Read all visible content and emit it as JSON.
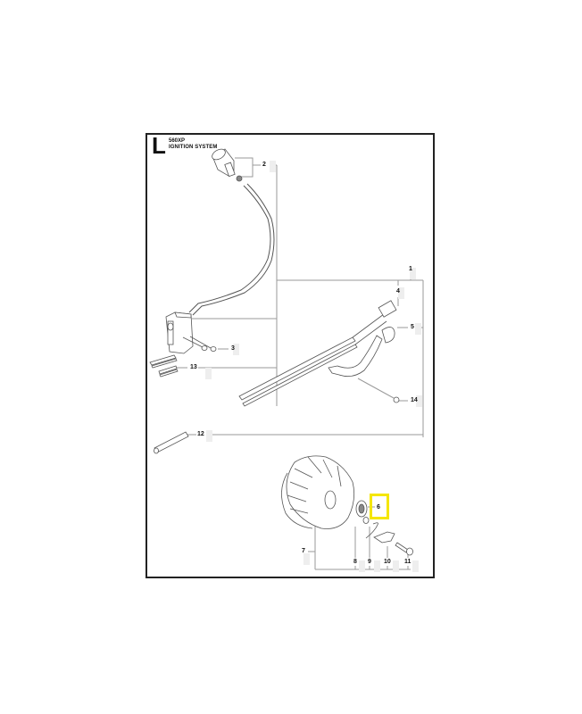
{
  "header": {
    "section_letter": "L",
    "model": "560XP",
    "title": "IGNITION SYSTEM"
  },
  "callouts": [
    {
      "id": "1",
      "label": "1"
    },
    {
      "id": "2",
      "label": "2"
    },
    {
      "id": "3",
      "label": "3"
    },
    {
      "id": "4",
      "label": "4"
    },
    {
      "id": "5",
      "label": "5"
    },
    {
      "id": "6",
      "label": "6"
    },
    {
      "id": "7",
      "label": "7"
    },
    {
      "id": "8",
      "label": "8"
    },
    {
      "id": "9",
      "label": "9"
    },
    {
      "id": "10",
      "label": "10"
    },
    {
      "id": "11",
      "label": "11"
    },
    {
      "id": "12",
      "label": "12"
    },
    {
      "id": "13",
      "label": "13"
    },
    {
      "id": "14",
      "label": "14"
    }
  ],
  "highlighted_part": "6",
  "colors": {
    "highlight": "#f5e600",
    "line": "#999999",
    "frame": "#222222"
  }
}
